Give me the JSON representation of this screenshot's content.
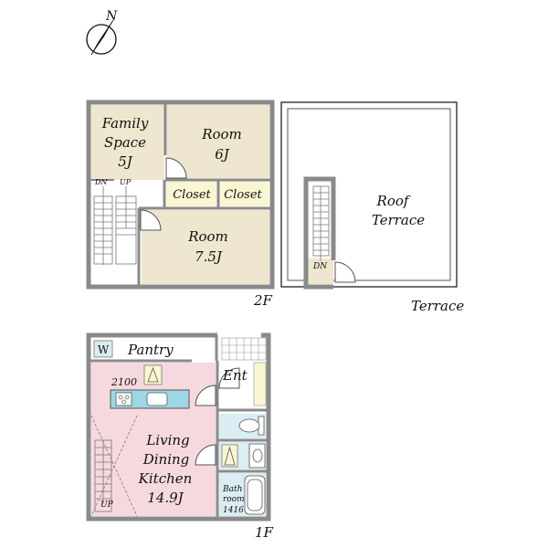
{
  "compass": {
    "label": "N"
  },
  "floor2": {
    "floor_label": "2F",
    "family_space": {
      "line1": "Family",
      "line2": "Space",
      "size": "5J"
    },
    "room_north": {
      "name": "Room",
      "size": "6J"
    },
    "closet_left": "Closet",
    "closet_right": "Closet",
    "room_south": {
      "name": "Room",
      "size": "7.5J"
    },
    "stair_dn": "DN",
    "stair_up": "UP"
  },
  "roof": {
    "name_line1": "Roof",
    "name_line2": "Terrace",
    "stair_dn": "DN",
    "terrace_label": "Terrace"
  },
  "floor1": {
    "floor_label": "1F",
    "washer": "W",
    "pantry": "Pantry",
    "counter_width": "2100",
    "entrance": "Ent",
    "ldk": {
      "line1": "Living",
      "line2": "Dining",
      "line3": "Kitchen",
      "size": "14.9J"
    },
    "bathroom": {
      "line1": "Bath",
      "line2": "room",
      "size": "1416"
    },
    "stair_up": "UP"
  },
  "colors": {
    "wall": "#8a8a8a",
    "beige_floor": "#efe6cf",
    "pink_floor": "#f6d9de",
    "blue_floor": "#d9edf2",
    "closet": "#fbf6d2",
    "counter": "#9fd6e6"
  }
}
